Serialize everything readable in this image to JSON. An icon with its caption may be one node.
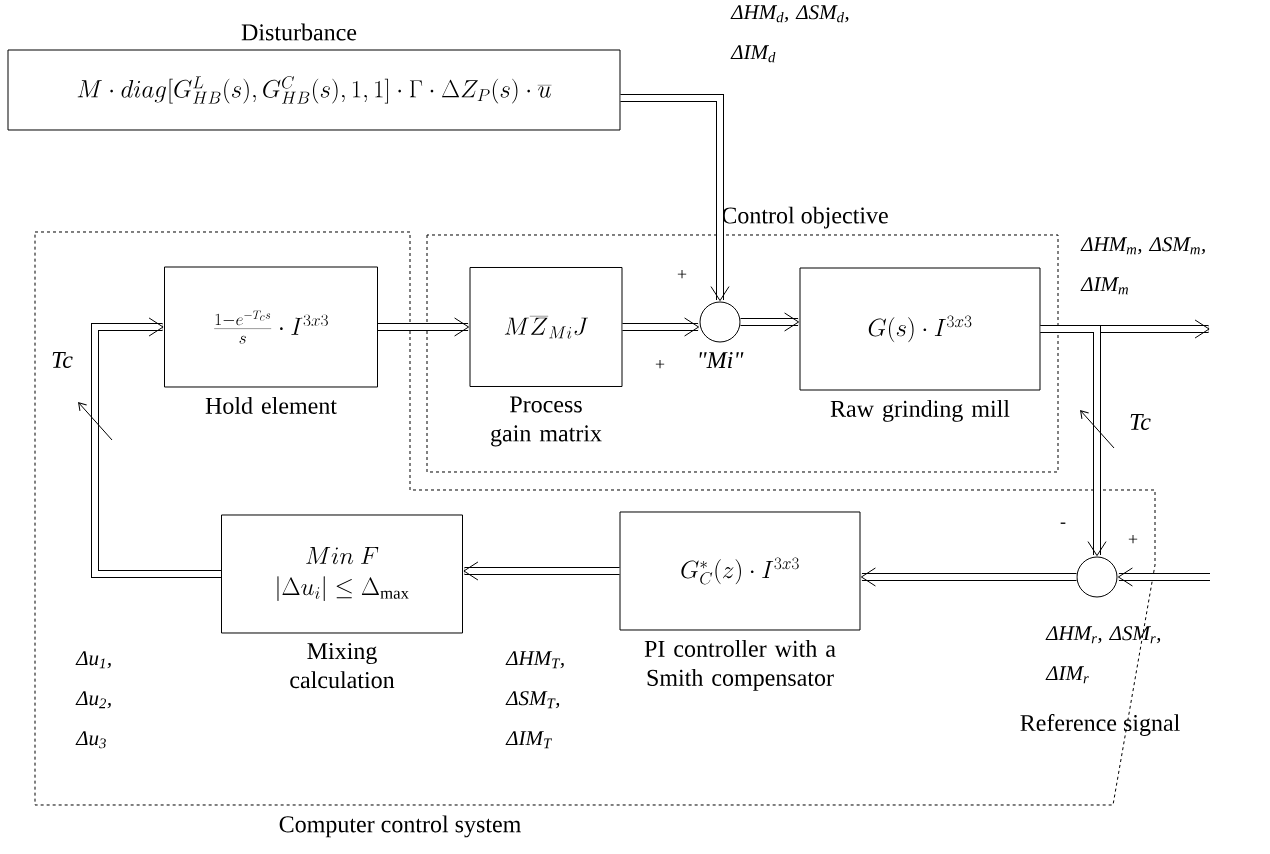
{
  "diagram": {
    "nodes": [
      {
        "text": [
          "Computer control system"
        ]
      },
      {
        "text": [
          "Control objective"
        ]
      },
      {
        "text": [
          "Disturbance",
          "M\\cdot diag[G_{HB}^{L}(s),G_{HB}^{C}(s),1,1]\\cdot\\Gamma\\cdot\\Delta Z_{P}(s)\\cdot\\overline{u}"
        ]
      },
      {
        "text": [
          "\\frac{1-e^{-T_{c}s}}{s}\\cdot I^{3x3}"
        ],
        "beside": [
          "Hold element"
        ],
        "in": 0
      },
      {
        "text": [
          "M\\overline{Z}_{Mi}J"
        ],
        "beside": [
          "Process gain matrix"
        ],
        "in": 1
      },
      {
        "text": [],
        "shape": "circle",
        "beside": [
          "\"Mi\""
        ],
        "in": 1
      },
      {
        "text": [
          "G(s)\\cdot I^{3x3}"
        ],
        "beside": [
          "Raw grinding mill"
        ],
        "in": 1
      },
      {
        "text": [
          "Min\\ F",
          "|\\Delta u_{i}|\\leq\\Delta_{\\max}"
        ],
        "beside": [
          "Mixing calculation"
        ],
        "in": 0
      },
      {
        "text": [
          "G_{C}^{*}(z)\\cdot I^{3x3}"
        ],
        "beside": [
          "PI controller with a Smith compensator"
        ],
        "in": 0
      },
      {
        "text": [],
        "shape": "circle",
        "in": 0
      }
    ],
    "edges": [
      {
        "from": 2,
        "to": 5,
        "arrow": "to",
        "label": "ΔHM$_{d}$, ΔSM$_{d}$, ΔIM$_{d}$"
      },
      {
        "from": 3,
        "to": 4,
        "arrow": "to"
      },
      {
        "from": 4,
        "to": 5,
        "arrow": "to"
      },
      {
        "from": 5,
        "to": 6,
        "arrow": "to"
      },
      {
        "from": 6,
        "to": null,
        "arrow": "to",
        "label": "ΔHM$_{m}$, ΔSM$_{m}$, ΔIM$_{m}$"
      },
      {
        "from": 6,
        "to": 9,
        "arrow": "to"
      },
      {
        "from": null,
        "to": 9,
        "arrow": "to",
        "label": "ΔHM$_{r}$, ΔSM$_{r}$, ΔIM$_{r}$"
      },
      {
        "from": 9,
        "to": 8,
        "arrow": "to"
      },
      {
        "from": 8,
        "to": 7,
        "arrow": "to",
        "label": "ΔHM$_{T}$, ΔSM$_{T}$, ΔIM$_{T}$"
      },
      {
        "from": 7,
        "to": 3,
        "arrow": "to",
        "label": "Δu$_{1}$, Δu$_{2}$, Δu$_{3}$"
      }
    ],
    "labels": [
      "+",
      "Tc",
      "+",
      "Tc",
      "-",
      "+",
      "Reference signal"
    ]
  }
}
